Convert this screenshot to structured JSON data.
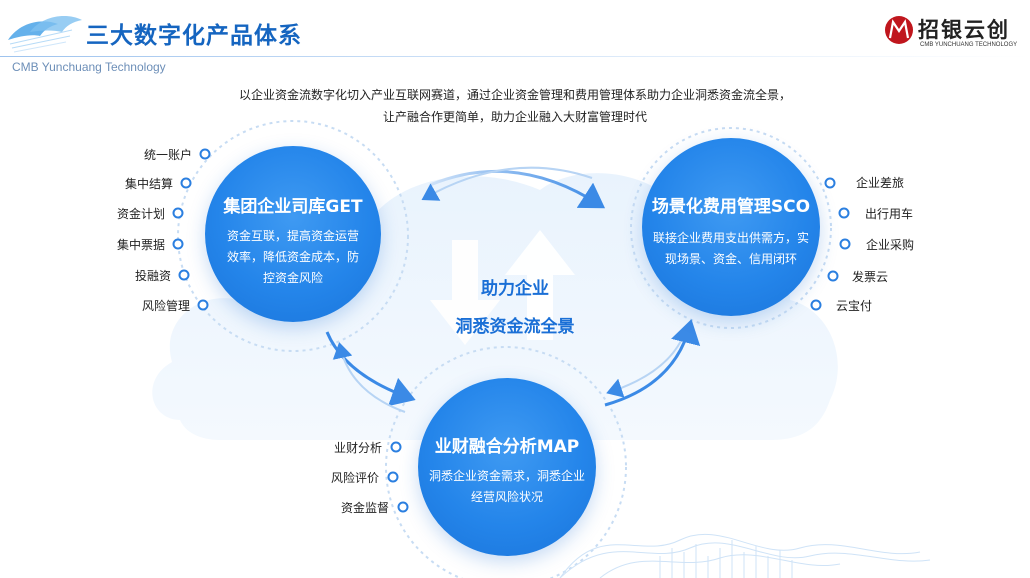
{
  "header": {
    "title": "三大数字化产品体系",
    "subtitle_en": "CMB Yunchuang Technology",
    "brand_cn": "招银云创",
    "brand_en": "CMB YUNCHUANG TECHNOLOGY"
  },
  "intro": {
    "line1": "以企业资金流数字化切入产业互联网赛道，通过企业资金管理和费用管理体系助力企业洞悉资金流全景，",
    "line2": "让产融合作更简单，助力企业融入大财富管理时代"
  },
  "center": {
    "line1": "助力企业",
    "line2": "洞悉资金流全景"
  },
  "products": {
    "get": {
      "title": "集团企业司库GET",
      "desc": [
        "资金互联，提高资金运营",
        "效率，降低资金成本，防",
        "控资金风险"
      ],
      "items": [
        "统一账户",
        "集中结算",
        "资金计划",
        "集中票据",
        "投融资",
        "风险管理"
      ]
    },
    "sco": {
      "title": "场景化费用管理SCO",
      "desc": [
        "联接企业费用支出供需方，实",
        "现场景、资金、信用闭环"
      ],
      "items": [
        "企业差旅",
        "出行用车",
        "企业采购",
        "发票云",
        "云宝付"
      ]
    },
    "map": {
      "title": "业财融合分析MAP",
      "desc": [
        "洞悉企业资金需求，洞悉企业",
        "经营风险状况"
      ],
      "items": [
        "业财分析",
        "风险评价",
        "资金监督"
      ]
    }
  },
  "colors": {
    "title": "#1565c0",
    "circle": "#2485ea",
    "ring_dot": "#2b7fe0",
    "center_text": "#1a6fd6"
  }
}
